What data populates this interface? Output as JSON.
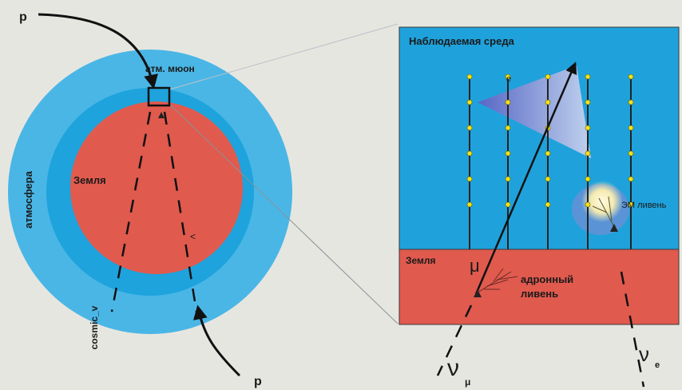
{
  "labels": {
    "proton_top": "p",
    "proton_bottom": "p",
    "atm_muon": "атм. мюон",
    "atmosphere": "атмосфера",
    "earth_left": "Земля",
    "cosmic_label": "cosmic_v",
    "observed_medium": "Наблюдаемая среда",
    "em_shower": "ЭМ ливень",
    "earth_right": "Земля",
    "mu": "μ",
    "hadron_shower_1": "адронный",
    "hadron_shower_2": "ливень",
    "nu_mu_base": "ν",
    "nu_mu_sub": "μ",
    "nu_e_base": "ν",
    "nu_e_sub": "e",
    "small_e": "e",
    "small_mark": "<"
  },
  "colors": {
    "outer_atmosphere": "#4ab6e6",
    "inner_atmosphere": "#1ea3dc",
    "earth": "#e05a4e",
    "detector_water": "#1fa2dc",
    "detector_earth": "#e05a4e",
    "optical_module": "#f3e21a",
    "cone": "#6f7bd0",
    "background": "#e6e6e0"
  }
}
